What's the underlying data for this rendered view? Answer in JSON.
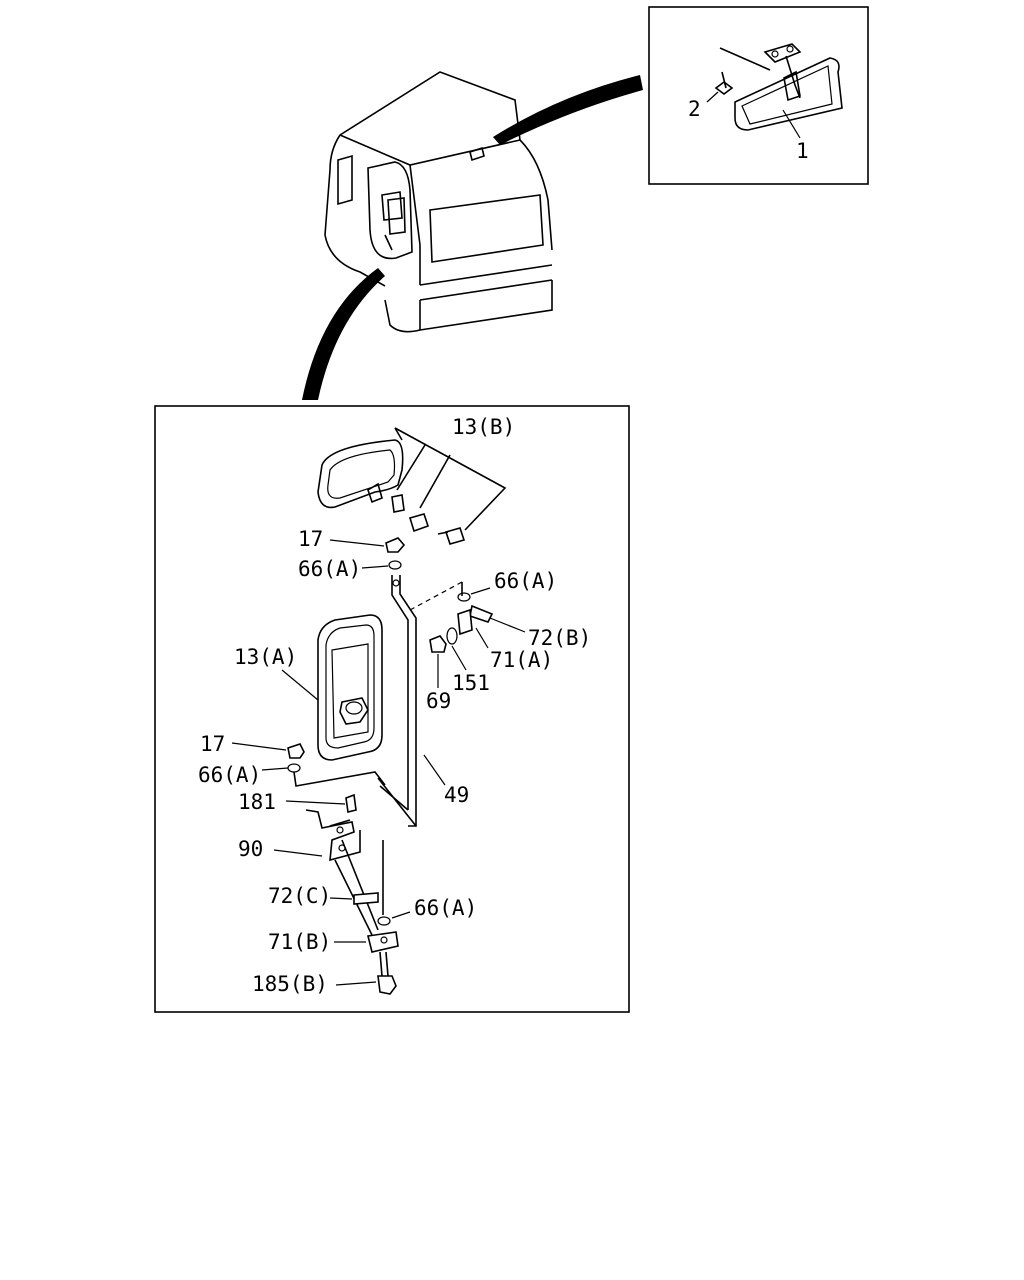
{
  "labels": {
    "l2": "2",
    "l1": "1",
    "l13b": "13(B)",
    "l17a": "17",
    "l66a1": "66(A)",
    "l66a2": "66(A)",
    "l72b": "72(B)",
    "l71a": "71(A)",
    "l151": "151",
    "l69": "69",
    "l13a": "13(A)",
    "l17b": "17",
    "l66a3": "66(A)",
    "l49": "49",
    "l181": "181",
    "l90": "90",
    "l72c": "72(C)",
    "l66a4": "66(A)",
    "l71b": "71(B)",
    "l185b": "185(B)"
  }
}
